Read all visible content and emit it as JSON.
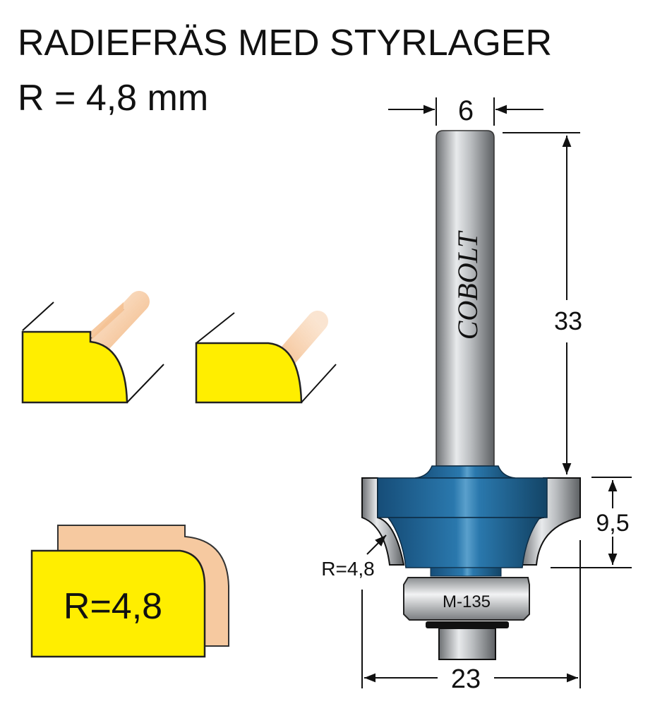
{
  "title": "RADIEFRÄS MED STYRLAGER",
  "subtitle": "R = 4,8 mm",
  "shank_brand": "COBOLT",
  "bearing_label": "M-135",
  "dimensions": {
    "shank_diameter": "6",
    "shank_length": "33",
    "cut_height": "9,5",
    "radius": "R=4,8",
    "outer_diameter": "23"
  },
  "profile_label": "R=4,8",
  "colors": {
    "cutter_blue": "#1f6496",
    "workpiece_yellow": "#ffee00",
    "wood": "#f6c9a0"
  }
}
